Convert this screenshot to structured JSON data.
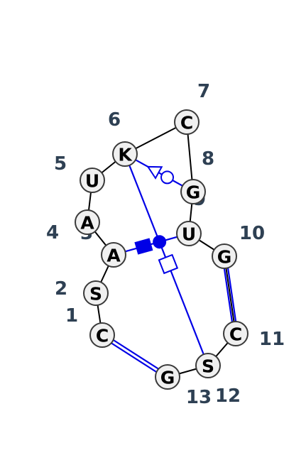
{
  "nucleotides": [
    {
      "id": 1,
      "letter": "C",
      "label": "1"
    },
    {
      "id": 2,
      "letter": "S",
      "label": "2"
    },
    {
      "id": 3,
      "letter": "A",
      "label": "3"
    },
    {
      "id": 4,
      "letter": "A",
      "label": "4"
    },
    {
      "id": 5,
      "letter": "U",
      "label": "5"
    },
    {
      "id": 6,
      "letter": "K",
      "label": "6"
    },
    {
      "id": 7,
      "letter": "C",
      "label": "7"
    },
    {
      "id": 8,
      "letter": "G",
      "label": "8"
    },
    {
      "id": 9,
      "letter": "U",
      "label": "9"
    },
    {
      "id": 10,
      "letter": "G",
      "label": "10"
    },
    {
      "id": 11,
      "letter": "C",
      "label": "11"
    },
    {
      "id": 12,
      "letter": "S",
      "label": "12"
    },
    {
      "id": 13,
      "letter": "G",
      "label": "13"
    }
  ],
  "base_pairs": [
    {
      "from": 1,
      "to": 13,
      "type": "canonical"
    },
    {
      "from": 10,
      "to": 11,
      "type": "canonical"
    },
    {
      "from": 6,
      "to": 8,
      "type": "non-canonical"
    },
    {
      "from": 6,
      "to": 12,
      "type": "non-canonical"
    },
    {
      "from": 3,
      "to": 9,
      "type": "non-canonical"
    }
  ],
  "colors": {
    "pair": "#0000e6",
    "backbone": "#000000",
    "node_fill": "#f0f0f0",
    "label": "#2e4053"
  }
}
